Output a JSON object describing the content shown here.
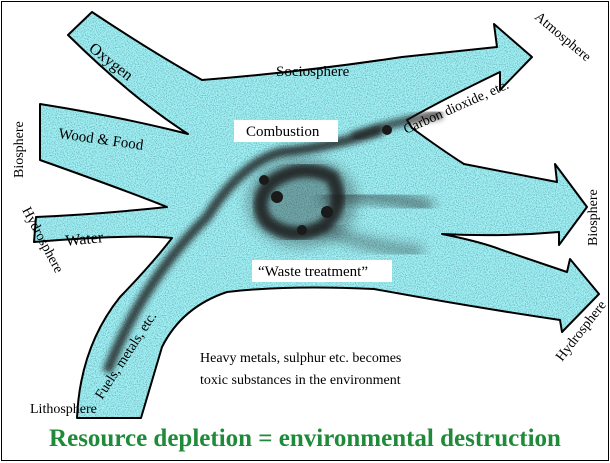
{
  "colors": {
    "flow_fill": "#9ff2f7",
    "outline": "#000000",
    "smudge": "#1a1a1a",
    "caption": "#1f8a3a"
  },
  "flow_labels": {
    "oxygen": "Oxygen",
    "wood_food": "Wood & Food",
    "water": "Water",
    "fuels": "Fuels, metals, etc.",
    "sociosphere": "Sociosphere",
    "combustion": "Combustion",
    "carbon_dioxide": "Carbon dioxide, etc.",
    "waste_treatment": "“Waste treatment”",
    "heavy_metals_line1": "Heavy metals, sulphur etc. becomes",
    "heavy_metals_line2": "toxic substances in the environment"
  },
  "sphere_labels": {
    "biosphere_in": "Biosphere",
    "hydrosphere_in": "Hydrosphere",
    "lithosphere": "Lithosphere",
    "atmosphere_out": "Atmosphere",
    "biosphere_out": "Biosphere",
    "hydrosphere_out": "Hydrosphere"
  },
  "caption": "Resource depletion = environmental destruction"
}
